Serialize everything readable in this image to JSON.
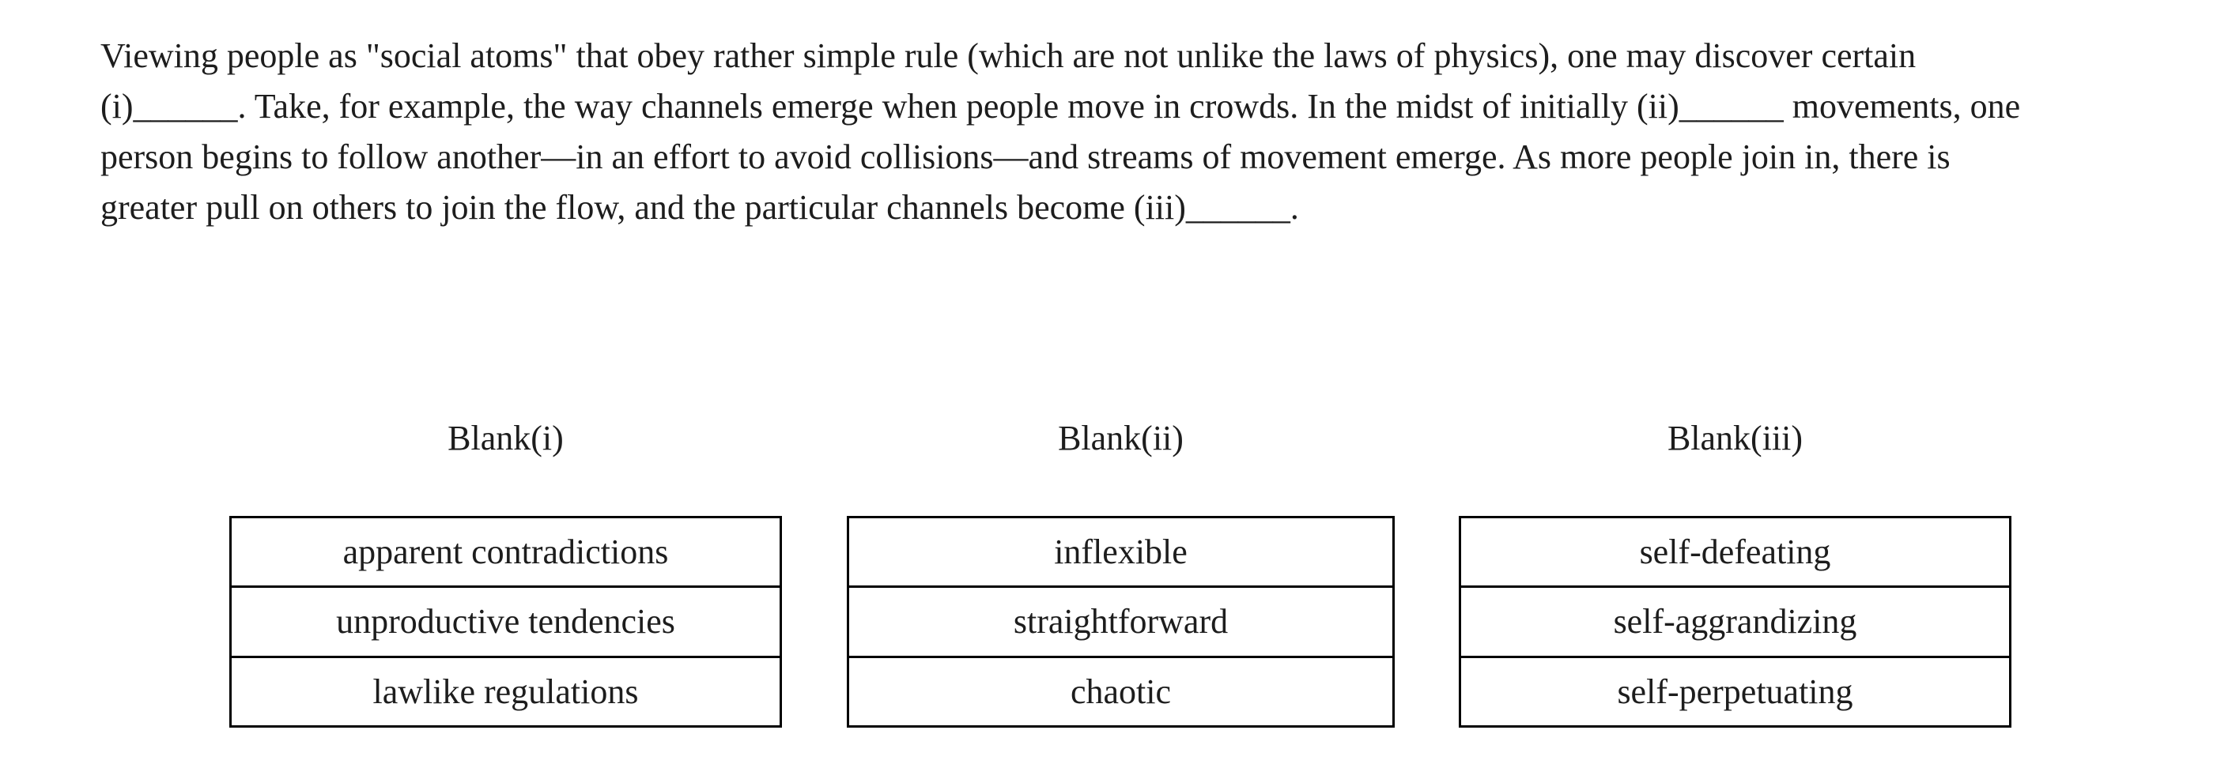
{
  "page": {
    "background_color": "#ffffff",
    "text_color": "#1d1d1d",
    "table_border_color": "#000000"
  },
  "passage": {
    "lines": [
      "Viewing people as \"social atoms\" that obey rather simple rule (which are not unlike the laws of physics), one may discover certain",
      "(i)______. Take, for example, the way channels emerge when people move in crowds. In the midst of initially (ii)______ movements, one",
      "person begins to follow another—in an effort to avoid collisions—and streams of movement emerge. As more people join in, there is",
      "greater pull on others to join the flow, and the particular channels become (iii)______."
    ]
  },
  "blanks": [
    {
      "label": "Blank(i)",
      "options": [
        "apparent contradictions",
        "unproductive tendencies",
        "lawlike regulations"
      ]
    },
    {
      "label": "Blank(ii)",
      "options": [
        "inflexible",
        "straightforward",
        "chaotic"
      ]
    },
    {
      "label": "Blank(iii)",
      "options": [
        "self-defeating",
        "self-aggrandizing",
        "self-perpetuating"
      ]
    }
  ]
}
